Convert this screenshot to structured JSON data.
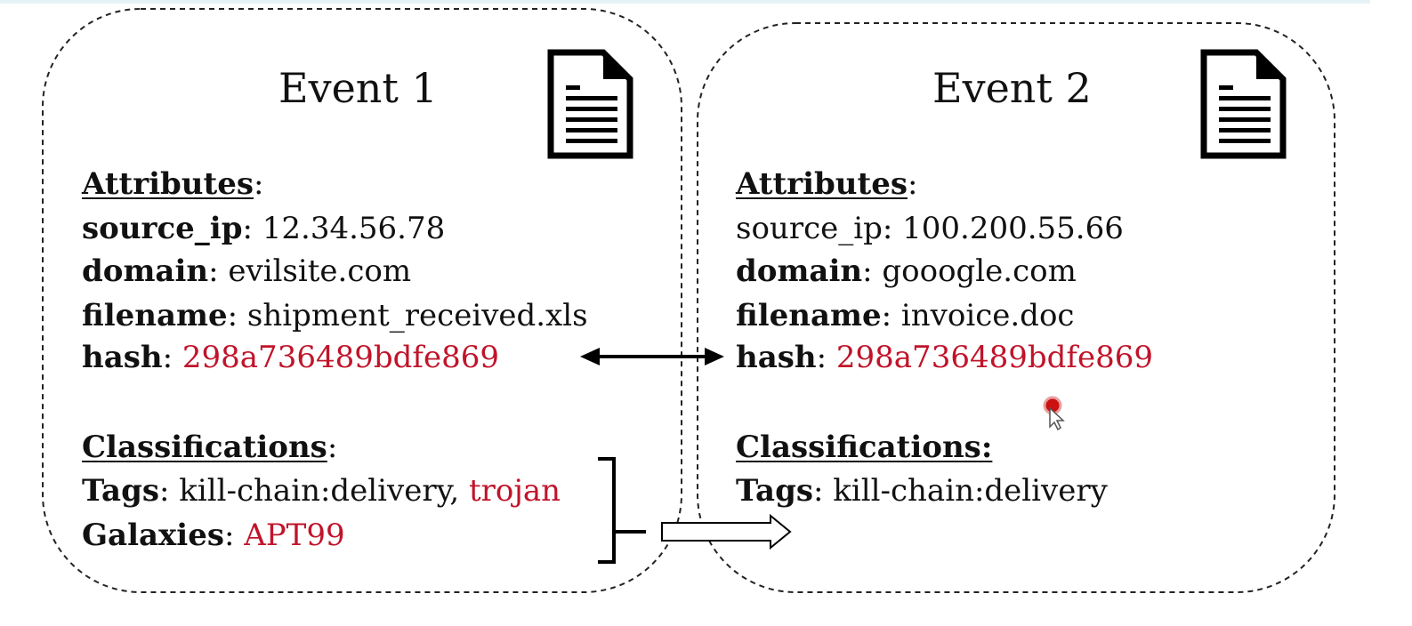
{
  "colors": {
    "highlight": "#c0142a",
    "text": "#111111",
    "border": "#222222"
  },
  "event1": {
    "title": "Event 1",
    "icon": "document-icon",
    "attributes_label": "Attributes",
    "source_ip_key": "source_ip",
    "source_ip_value": "12.34.56.78",
    "domain_key": "domain",
    "domain_value": "evilsite.com",
    "filename_key": "filename",
    "filename_value": "shipment_received.xls",
    "hash_key": "hash",
    "hash_value": "298a736489bdfe869",
    "classifications_label": "Classifications",
    "tags_key": "Tags",
    "tags_value_plain": "kill-chain:delivery, ",
    "tags_value_highlight": "trojan",
    "galaxies_key": "Galaxies",
    "galaxies_value": "APT99"
  },
  "event2": {
    "title": "Event 2",
    "icon": "document-icon",
    "attributes_label": "Attributes",
    "source_ip_key": "source_ip",
    "source_ip_value": "100.200.55.66",
    "domain_key": "domain",
    "domain_value": "gooogle.com",
    "filename_key": "filename",
    "filename_value": "invoice.doc",
    "hash_key": "hash",
    "hash_value": "298a736489bdfe869",
    "classifications_label": "Classifications:",
    "tags_key": "Tags",
    "tags_value": "kill-chain:delivery"
  },
  "punct": {
    "colon": ":",
    "colon_space": ": "
  }
}
